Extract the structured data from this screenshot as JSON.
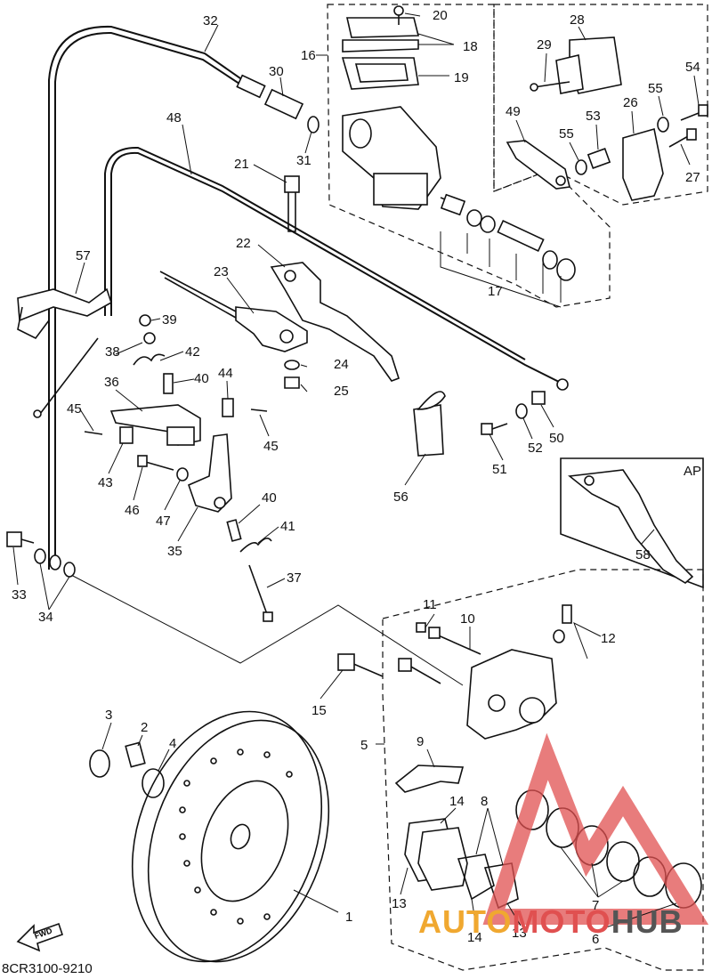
{
  "diagram": {
    "code": "8CR3100-9210",
    "inset_label": "AP",
    "fwd_label": "FWD",
    "watermark": {
      "prefix": "AUTO",
      "middle": "MOTO",
      "suffix": "HUB"
    },
    "callouts": {
      "c1": "1",
      "c2": "2",
      "c3": "3",
      "c4": "4",
      "c5": "5",
      "c6": "6",
      "c7": "7",
      "c8": "8",
      "c9": "9",
      "c10": "10",
      "c11": "11",
      "c12": "12",
      "c13a": "13",
      "c13b": "13",
      "c14a": "14",
      "c14b": "14",
      "c15": "15",
      "c16": "16",
      "c17": "17",
      "c18": "18",
      "c19": "19",
      "c20": "20",
      "c21": "21",
      "c22": "22",
      "c23": "23",
      "c24": "24",
      "c25": "25",
      "c26": "26",
      "c27": "27",
      "c28": "28",
      "c29": "29",
      "c30": "30",
      "c31": "31",
      "c32": "32",
      "c33": "33",
      "c34": "34",
      "c35": "35",
      "c36": "36",
      "c37": "37",
      "c38": "38",
      "c39": "39",
      "c40a": "40",
      "c40b": "40",
      "c41": "41",
      "c42": "42",
      "c43": "43",
      "c44": "44",
      "c45a": "45",
      "c45b": "45",
      "c46": "46",
      "c47": "47",
      "c48": "48",
      "c49": "49",
      "c50": "50",
      "c51": "51",
      "c52": "52",
      "c53": "53",
      "c54": "54",
      "c55a": "55",
      "c55b": "55",
      "c56": "56",
      "c57": "57",
      "c58": "58"
    }
  }
}
